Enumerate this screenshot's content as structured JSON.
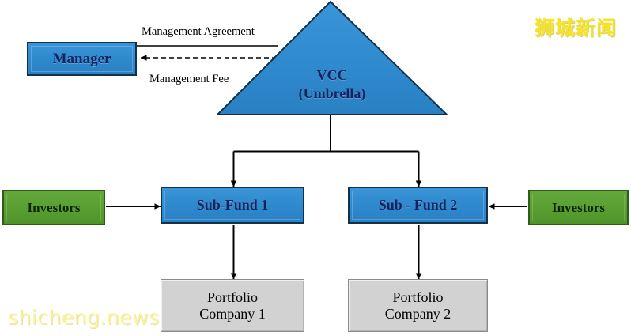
{
  "diagram": {
    "title": "VCC (Variable Capital Company) umbrella structure",
    "colors": {
      "blue_fill": "#2f8ace",
      "blue_border": "#12314d",
      "blue_text": "#15225c",
      "green_fill": "#5aa033",
      "green_border": "#2f5c18",
      "gray_fill": "#d2d2d2",
      "gray_border": "#8a8a8a",
      "line": "#000000",
      "watermark_yellow": "#f5e42a",
      "watermark_pale_yellow": "#fbf39a"
    },
    "nodes": {
      "manager": {
        "label": "Manager",
        "shape": "rectangle",
        "color": "blue"
      },
      "vcc": {
        "line1": "VCC",
        "line2": "(Umbrella)",
        "shape": "triangle",
        "color": "blue"
      },
      "subfund1": {
        "label": "Sub-Fund 1",
        "shape": "rectangle",
        "color": "blue"
      },
      "subfund2": {
        "label": "Sub - Fund 2",
        "shape": "rectangle",
        "color": "blue"
      },
      "investors_left": {
        "label": "Investors",
        "shape": "rectangle",
        "color": "green"
      },
      "investors_right": {
        "label": "Investors",
        "shape": "rectangle",
        "color": "green"
      },
      "portfolio1": {
        "line1": "Portfolio",
        "line2": "Company 1",
        "shape": "rectangle",
        "color": "gray"
      },
      "portfolio2": {
        "line1": "Portfolio",
        "line2": "Company 2",
        "shape": "rectangle",
        "color": "gray"
      }
    },
    "edges": [
      {
        "from": "vcc",
        "to": "manager",
        "label": "Management Agreement",
        "style": "solid",
        "arrow": "none"
      },
      {
        "from": "vcc",
        "to": "manager",
        "label": "Management Fee",
        "style": "dashed",
        "arrow": "to-manager"
      },
      {
        "from": "vcc",
        "to": "subfund1",
        "label": "",
        "style": "solid",
        "arrow": "to-subfund1"
      },
      {
        "from": "vcc",
        "to": "subfund2",
        "label": "",
        "style": "solid",
        "arrow": "to-subfund2"
      },
      {
        "from": "investors_left",
        "to": "subfund1",
        "label": "",
        "style": "solid",
        "arrow": "to-subfund1"
      },
      {
        "from": "investors_right",
        "to": "subfund2",
        "label": "",
        "style": "solid",
        "arrow": "to-subfund2"
      },
      {
        "from": "subfund1",
        "to": "portfolio1",
        "label": "",
        "style": "solid",
        "arrow": "to-portfolio1"
      },
      {
        "from": "subfund2",
        "to": "portfolio2",
        "label": "",
        "style": "solid",
        "arrow": "to-portfolio2"
      }
    ],
    "edge_labels": {
      "management_agreement": "Management Agreement",
      "management_fee": "Management Fee"
    },
    "watermarks": {
      "top_right": "狮城新闻",
      "bottom_left": "shicheng.news"
    }
  }
}
